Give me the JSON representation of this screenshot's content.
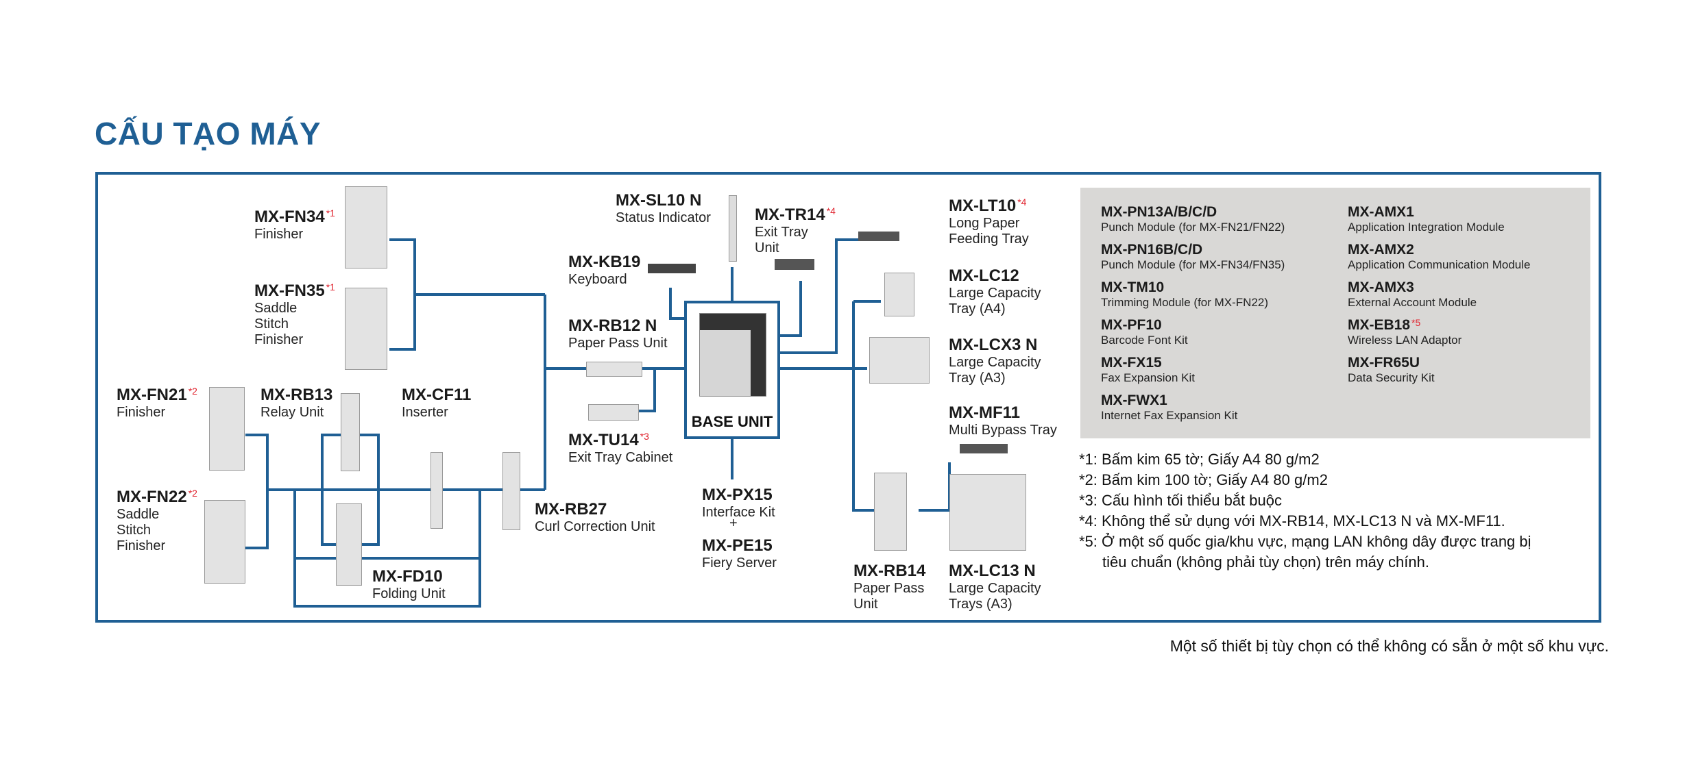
{
  "title": "CẤU TẠO MÁY",
  "base_unit": "BASE UNIT",
  "plus_sign": "+",
  "components": {
    "fn34": {
      "code": "MX-FN34",
      "note": "*1",
      "desc": [
        "Finisher"
      ]
    },
    "fn35": {
      "code": "MX-FN35",
      "note": "*1",
      "desc": [
        "Saddle",
        "Stitch",
        "Finisher"
      ]
    },
    "fn21": {
      "code": "MX-FN21",
      "note": "*2",
      "desc": [
        "Finisher"
      ]
    },
    "rb13": {
      "code": "MX-RB13",
      "note": "",
      "desc": [
        "Relay Unit"
      ]
    },
    "cf11": {
      "code": "MX-CF11",
      "note": "",
      "desc": [
        "Inserter"
      ]
    },
    "fn22": {
      "code": "MX-FN22",
      "note": "*2",
      "desc": [
        "Saddle",
        "Stitch",
        "Finisher"
      ]
    },
    "fd10": {
      "code": "MX-FD10",
      "note": "",
      "desc": [
        "Folding Unit"
      ]
    },
    "rb27": {
      "code": "MX-RB27",
      "note": "",
      "desc": [
        "Curl Correction Unit"
      ]
    },
    "sl10": {
      "code": "MX-SL10 N",
      "note": "",
      "desc": [
        "Status Indicator"
      ]
    },
    "kb19": {
      "code": "MX-KB19",
      "note": "",
      "desc": [
        "Keyboard"
      ]
    },
    "rb12": {
      "code": "MX-RB12 N",
      "note": "",
      "desc": [
        "Paper Pass Unit"
      ]
    },
    "tu14": {
      "code": "MX-TU14",
      "note": "*3",
      "desc": [
        "Exit Tray Cabinet"
      ]
    },
    "tr14": {
      "code": "MX-TR14",
      "note": "*4",
      "desc": [
        "Exit Tray",
        "Unit"
      ]
    },
    "px15": {
      "code": "MX-PX15",
      "note": "",
      "desc": [
        "Interface Kit"
      ]
    },
    "pe15": {
      "code": "MX-PE15",
      "note": "",
      "desc": [
        "Fiery Server"
      ]
    },
    "lt10": {
      "code": "MX-LT10",
      "note": "*4",
      "desc": [
        "Long Paper",
        "Feeding Tray"
      ]
    },
    "lc12": {
      "code": "MX-LC12",
      "note": "",
      "desc": [
        "Large Capacity",
        "Tray (A4)"
      ]
    },
    "lcx3": {
      "code": "MX-LCX3 N",
      "note": "",
      "desc": [
        "Large Capacity",
        "Tray (A3)"
      ]
    },
    "mf11": {
      "code": "MX-MF11",
      "note": "",
      "desc": [
        "Multi Bypass Tray"
      ]
    },
    "rb14": {
      "code": "MX-RB14",
      "note": "",
      "desc": [
        "Paper Pass",
        "Unit"
      ]
    },
    "lc13": {
      "code": "MX-LC13 N",
      "note": "",
      "desc": [
        "Large Capacity",
        "Trays (A3)"
      ]
    }
  },
  "options": [
    {
      "code": "MX-PN13A/B/C/D",
      "note": "",
      "desc": "Punch Module (for MX-FN21/FN22)"
    },
    {
      "code": "MX-PN16B/C/D",
      "note": "",
      "desc": "Punch Module (for MX-FN34/FN35)"
    },
    {
      "code": "MX-TM10",
      "note": "",
      "desc": "Trimming Module (for MX-FN22)"
    },
    {
      "code": "MX-PF10",
      "note": "",
      "desc": "Barcode Font Kit"
    },
    {
      "code": "MX-FX15",
      "note": "",
      "desc": "Fax Expansion Kit"
    },
    {
      "code": "MX-FWX1",
      "note": "",
      "desc": "Internet Fax Expansion Kit"
    },
    {
      "code": "MX-AMX1",
      "note": "",
      "desc": "Application Integration Module"
    },
    {
      "code": "MX-AMX2",
      "note": "",
      "desc": "Application Communication Module"
    },
    {
      "code": "MX-AMX3",
      "note": "",
      "desc": "External Account Module"
    },
    {
      "code": "MX-EB18",
      "note": "*5",
      "desc": "Wireless LAN Adaptor"
    },
    {
      "code": "MX-FR65U",
      "note": "",
      "desc": "Data Security Kit"
    }
  ],
  "footnotes": [
    "*1: Bấm kim 65 tờ; Giấy A4 80 g/m2",
    "*2: Bấm kim 100 tờ; Giấy A4 80 g/m2",
    "*3: Cấu hình tối thiểu bắt buộc",
    "*4: Không thể sử dụng với MX-RB14, MX-LC13 N và MX-MF11.",
    "*5: Ở một số quốc gia/khu vực, mạng LAN không dây được trang bị",
    "tiêu  chuẩn (không phải tùy chọn) trên máy chính."
  ],
  "disclaimer": "Một số thiết bị tùy chọn có thể không có sẵn ở một số khu vực.",
  "colors": {
    "line": "#1f5f94",
    "note": "#e0232e",
    "panel": "#d9d8d6"
  }
}
